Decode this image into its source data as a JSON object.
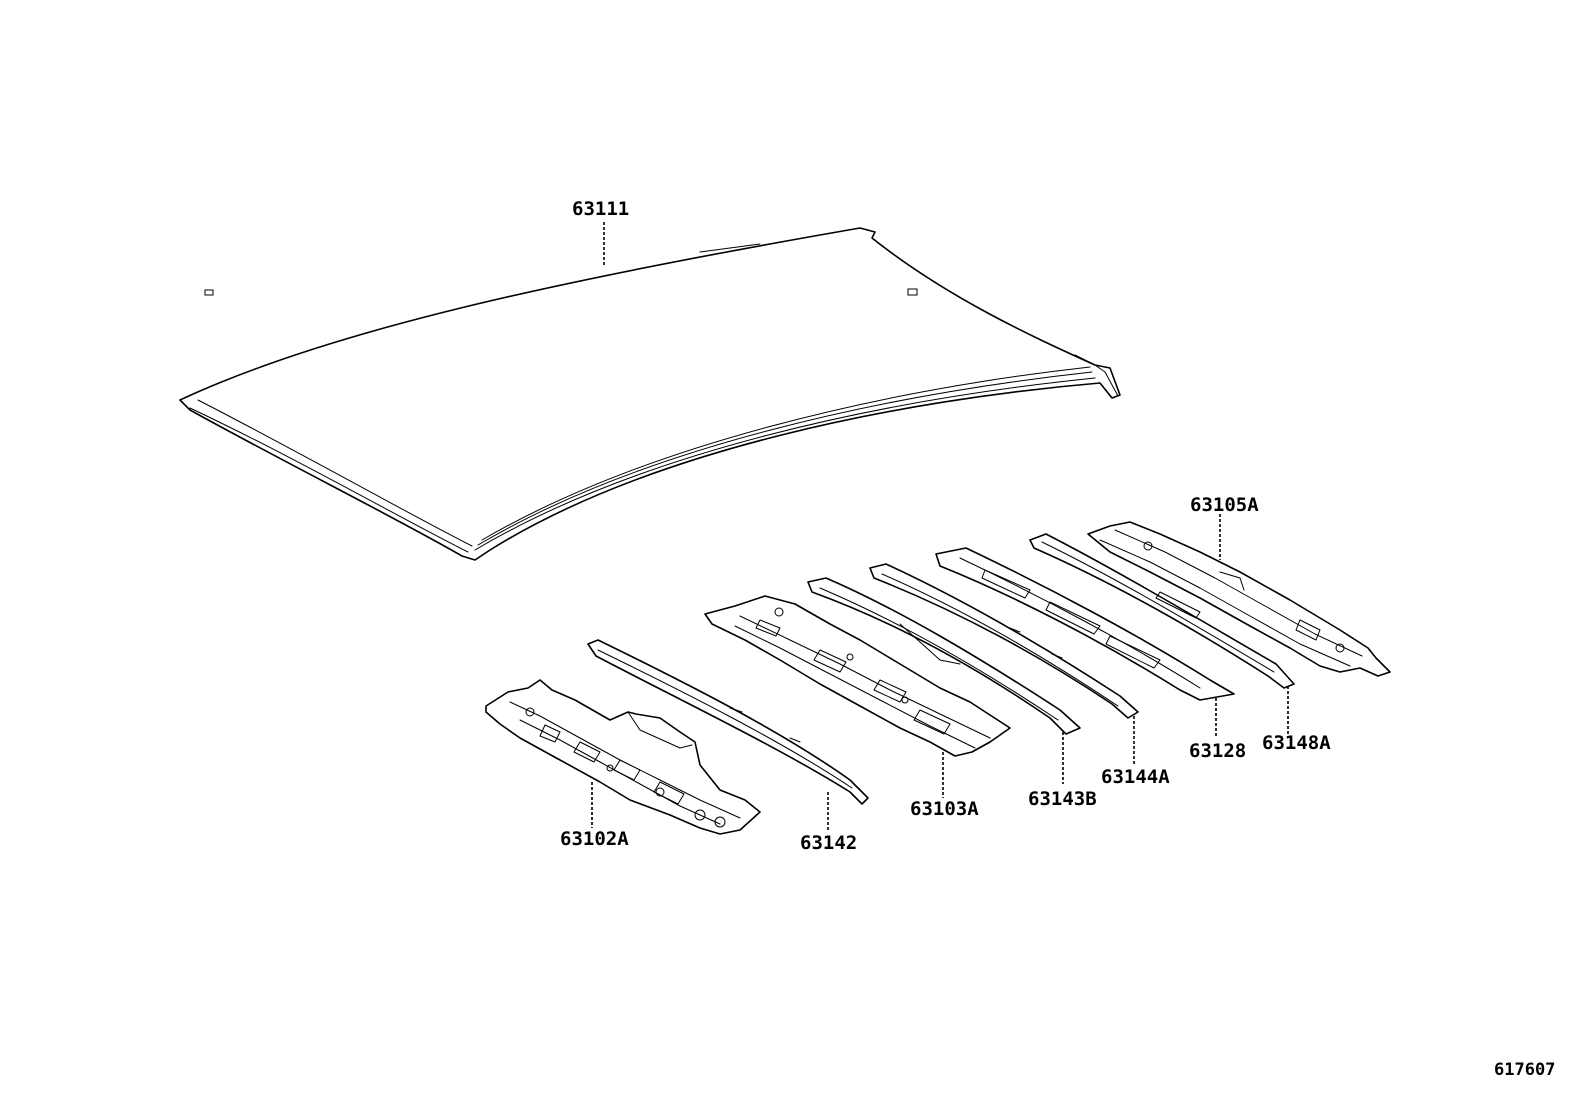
{
  "diagram": {
    "labels": {
      "p63111": "63111",
      "p63105A": "63105A",
      "p63102A": "63102A",
      "p63142": "63142",
      "p63103A": "63103A",
      "p63143B": "63143B",
      "p63144A": "63144A",
      "p63128": "63128",
      "p63148A": "63148A"
    },
    "diagram_id": "617607",
    "line_color": "#000000",
    "background_color": "#ffffff"
  }
}
